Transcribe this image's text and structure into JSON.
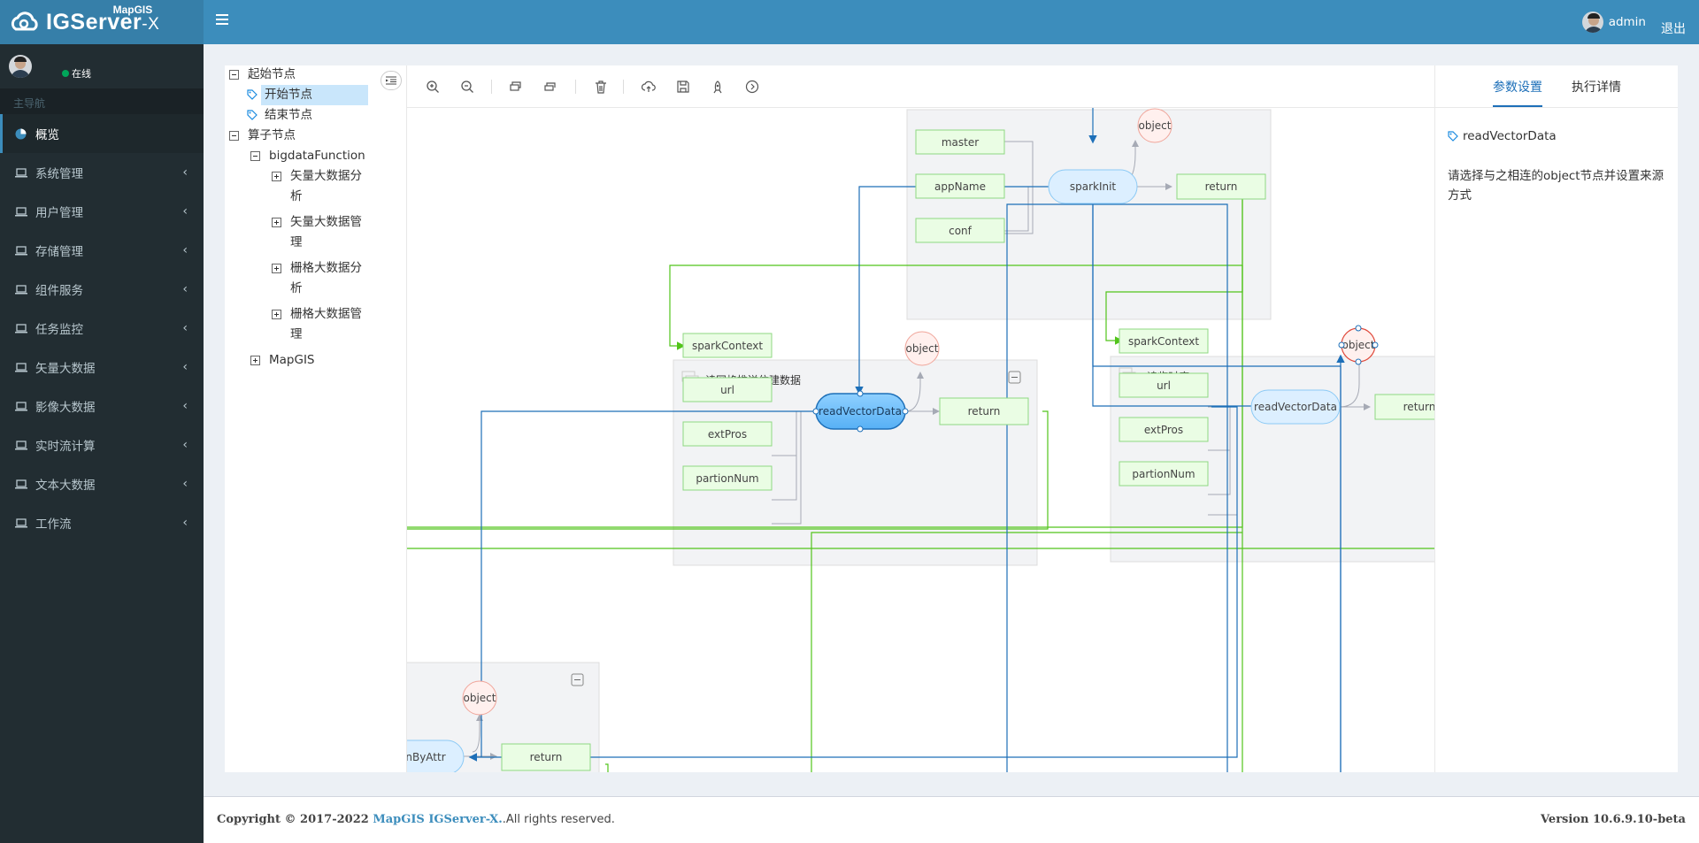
{
  "brand": {
    "sub": "MapGIS",
    "main": "IGServer",
    "suffix": "-X"
  },
  "user": {
    "status": "在线",
    "name": "admin",
    "logout": "退出"
  },
  "sidebar": {
    "header": "主导航",
    "items": [
      {
        "label": "概览",
        "icon": "pie-chart-icon"
      },
      {
        "label": "系统管理",
        "icon": "laptop-icon"
      },
      {
        "label": "用户管理",
        "icon": "laptop-icon"
      },
      {
        "label": "存储管理",
        "icon": "laptop-icon"
      },
      {
        "label": "组件服务",
        "icon": "laptop-icon"
      },
      {
        "label": "任务监控",
        "icon": "laptop-icon"
      },
      {
        "label": "矢量大数据",
        "icon": "laptop-icon"
      },
      {
        "label": "影像大数据",
        "icon": "laptop-icon"
      },
      {
        "label": "实时流计算",
        "icon": "laptop-icon"
      },
      {
        "label": "文本大数据",
        "icon": "laptop-icon"
      },
      {
        "label": "工作流",
        "icon": "laptop-icon"
      }
    ]
  },
  "tree": {
    "start_group": "起始节点",
    "start_node": "开始节点",
    "end_node": "结束节点",
    "operator_group": "算子节点",
    "bigdata": "bigdataFunction",
    "vector_analysis_1": "矢量大数据分",
    "vector_analysis_2": "析",
    "vector_manage_1": "矢量大数据管",
    "vector_manage_2": "理",
    "raster_analysis_1": "栅格大数据分",
    "raster_analysis_2": "析",
    "raster_manage_1": "栅格大数据管",
    "raster_manage_2": "理",
    "mapgis": "MapGIS"
  },
  "toolbar": [
    "zoom-in-icon",
    "zoom-out-icon",
    "layout-icon-1",
    "layout-icon-2",
    "delete-icon",
    "upload-icon",
    "save-icon",
    "run-icon",
    "play-icon"
  ],
  "diagram": {
    "group1": {
      "inputs": [
        "master",
        "appName",
        "conf"
      ],
      "func": "sparkInit",
      "object": "object",
      "return": "return"
    },
    "group2": {
      "title": "读网格推送住建数据",
      "inputs": [
        "sparkContext",
        "url",
        "extPros",
        "partionNum"
      ],
      "func": "readVectorData",
      "object": "object",
      "return": "return"
    },
    "group3": {
      "title": "读临时库",
      "inputs": [
        "sparkContext",
        "url",
        "extPros",
        "partionNum"
      ],
      "func": "readVectorData",
      "object": "object",
      "return": "return"
    },
    "group4": {
      "func": "joinByAttr",
      "object": "object",
      "return": "return"
    }
  },
  "panel": {
    "tabs": [
      "参数设置",
      "执行详情"
    ],
    "title": "readVectorData",
    "desc": "请选择与之相连的object节点并设置来源方式"
  },
  "footer": {
    "copyright_prefix": "Copyright © 2017-2022 ",
    "link": "MapGIS IGServer-X.",
    "rights": ".All rights reserved.",
    "version": "Version 10.6.9.10-beta"
  },
  "colors": {
    "header": "#3c8dbc",
    "sidebar": "#222d32",
    "green": "#52c41a",
    "blue": "#1d6fb8"
  }
}
